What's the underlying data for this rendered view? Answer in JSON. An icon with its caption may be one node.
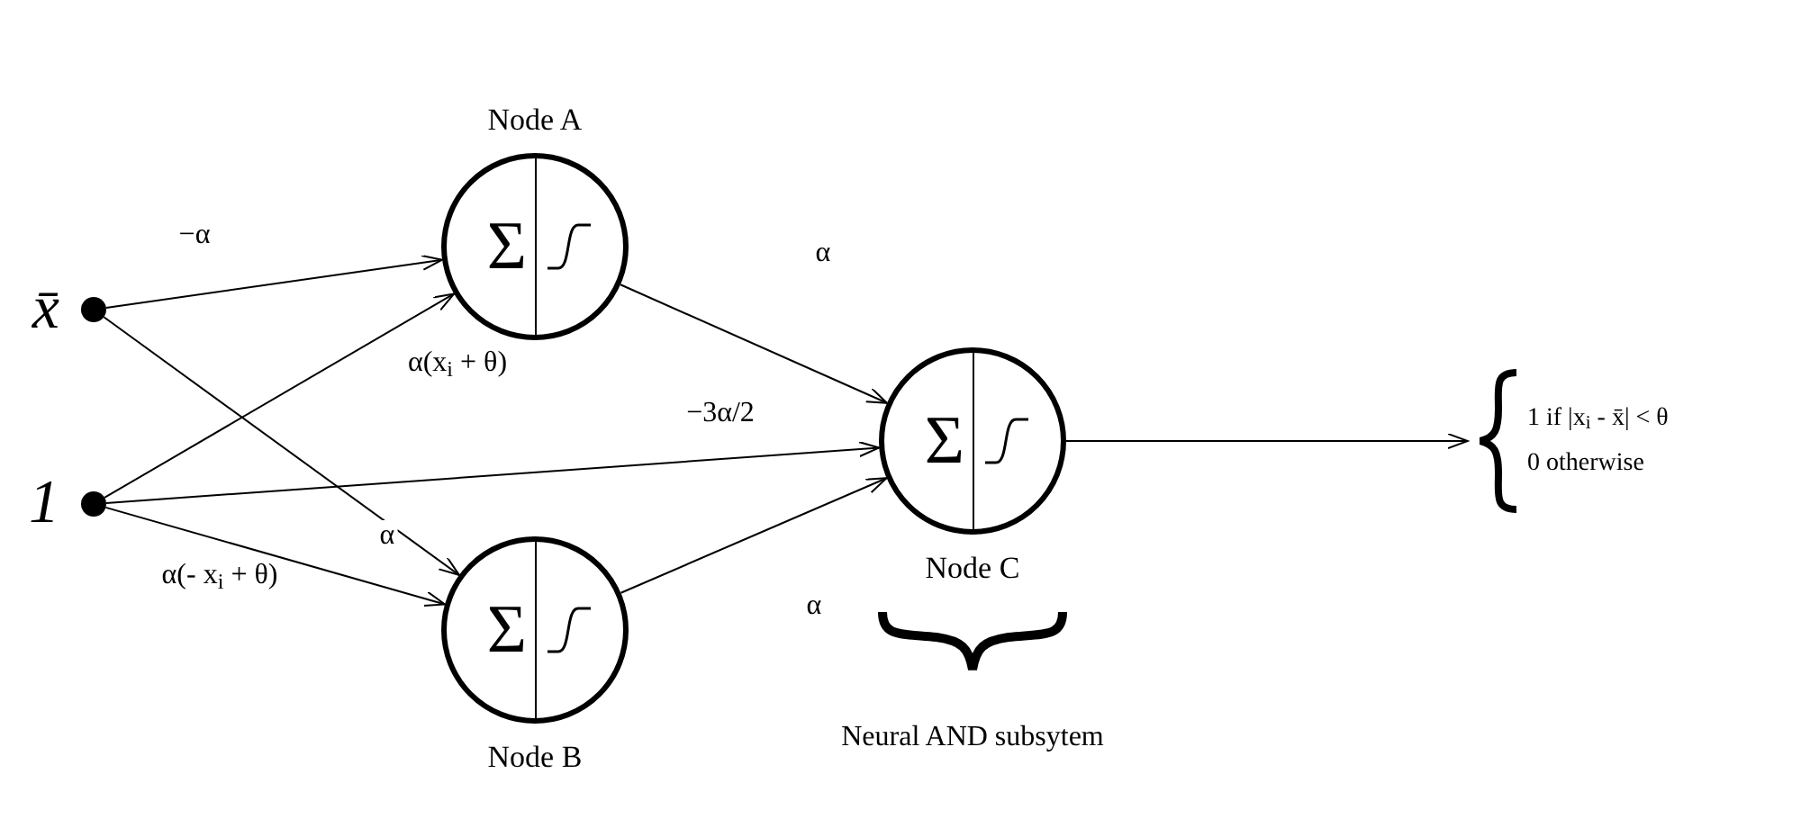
{
  "diagram": {
    "nodes": [
      {
        "text": [
          "x̄"
        ]
      },
      {
        "text": [
          "1"
        ]
      },
      {
        "text": [
          "Node A",
          "Σ"
        ]
      },
      {
        "text": [
          "Σ",
          "Node B"
        ]
      },
      {
        "text": [
          "Σ",
          "Node C"
        ]
      },
      {
        "text": [
          "1 if |x$_{i}$ - x̄| <  θ",
          "0 otherwise"
        ]
      }
    ],
    "edges": [
      {
        "from": 0,
        "to": 2,
        "arrow": "to",
        "label": "−α"
      },
      {
        "from": 0,
        "to": 3,
        "arrow": "to",
        "label": "α"
      },
      {
        "from": 1,
        "to": 2,
        "arrow": "to",
        "label": "α(x$_{i}$ + θ)"
      },
      {
        "from": 1,
        "to": 4,
        "arrow": "to",
        "label": "−3α/2"
      },
      {
        "from": 1,
        "to": 3,
        "arrow": "to",
        "label": "α(- x$_{i}$ + θ)"
      },
      {
        "from": 2,
        "to": 4,
        "arrow": "to",
        "label": "α"
      },
      {
        "from": 3,
        "to": 4,
        "arrow": "to",
        "label": "α"
      },
      {
        "from": 4,
        "to": 5,
        "arrow": "to"
      }
    ],
    "labels": [
      "Neural AND subsytem"
    ]
  }
}
